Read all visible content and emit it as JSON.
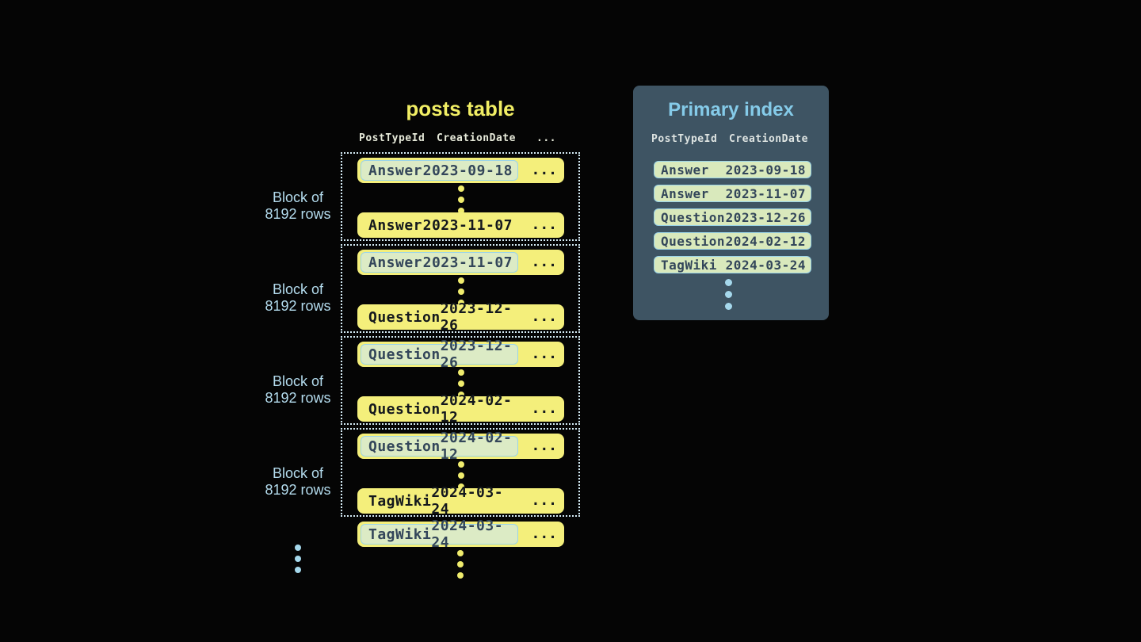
{
  "colors": {
    "background": "#050505",
    "row_yellow": "#f4ef7b",
    "title_yellow": "#f1ee64",
    "highlight_green": "#dcebc5",
    "highlight_border_blue": "#9bd4e8",
    "panel_slate": "#3e5463",
    "panel_title_blue": "#85cbe9",
    "block_label_blue": "#b4dcee",
    "dark_text": "#14181d",
    "index_text": "#33465a",
    "dotted_border": "#d5ecf6"
  },
  "posts_table": {
    "title": "posts table",
    "columns": [
      "PostTypeId",
      "CreationDate",
      "..."
    ],
    "row_ellipsis": "...",
    "blocks": [
      {
        "label": [
          "Block of",
          "8192 rows"
        ],
        "first_row": {
          "post_type": "Answer",
          "creation_date": "2023-09-18"
        },
        "last_row": {
          "post_type": "Answer",
          "creation_date": "2023-11-07"
        }
      },
      {
        "label": [
          "Block of",
          "8192 rows"
        ],
        "first_row": {
          "post_type": "Answer",
          "creation_date": "2023-11-07"
        },
        "last_row": {
          "post_type": "Question",
          "creation_date": "2023-12-26"
        }
      },
      {
        "label": [
          "Block of",
          "8192 rows"
        ],
        "first_row": {
          "post_type": "Question",
          "creation_date": "2023-12-26"
        },
        "last_row": {
          "post_type": "Question",
          "creation_date": "2024-02-12"
        }
      },
      {
        "label": [
          "Block of",
          "8192 rows"
        ],
        "first_row": {
          "post_type": "Question",
          "creation_date": "2024-02-12"
        },
        "last_row": {
          "post_type": "TagWiki",
          "creation_date": "2024-03-24"
        }
      }
    ],
    "overflow_row": {
      "post_type": "TagWiki",
      "creation_date": "2024-03-24"
    }
  },
  "primary_index": {
    "title": "Primary index",
    "columns": [
      "PostTypeId",
      "CreationDate"
    ],
    "rows": [
      {
        "post_type": "Answer",
        "creation_date": "2023-09-18"
      },
      {
        "post_type": "Answer",
        "creation_date": "2023-11-07"
      },
      {
        "post_type": "Question",
        "creation_date": "2023-12-26"
      },
      {
        "post_type": "Question",
        "creation_date": "2024-02-12"
      },
      {
        "post_type": "TagWiki",
        "creation_date": "2024-03-24"
      }
    ]
  }
}
